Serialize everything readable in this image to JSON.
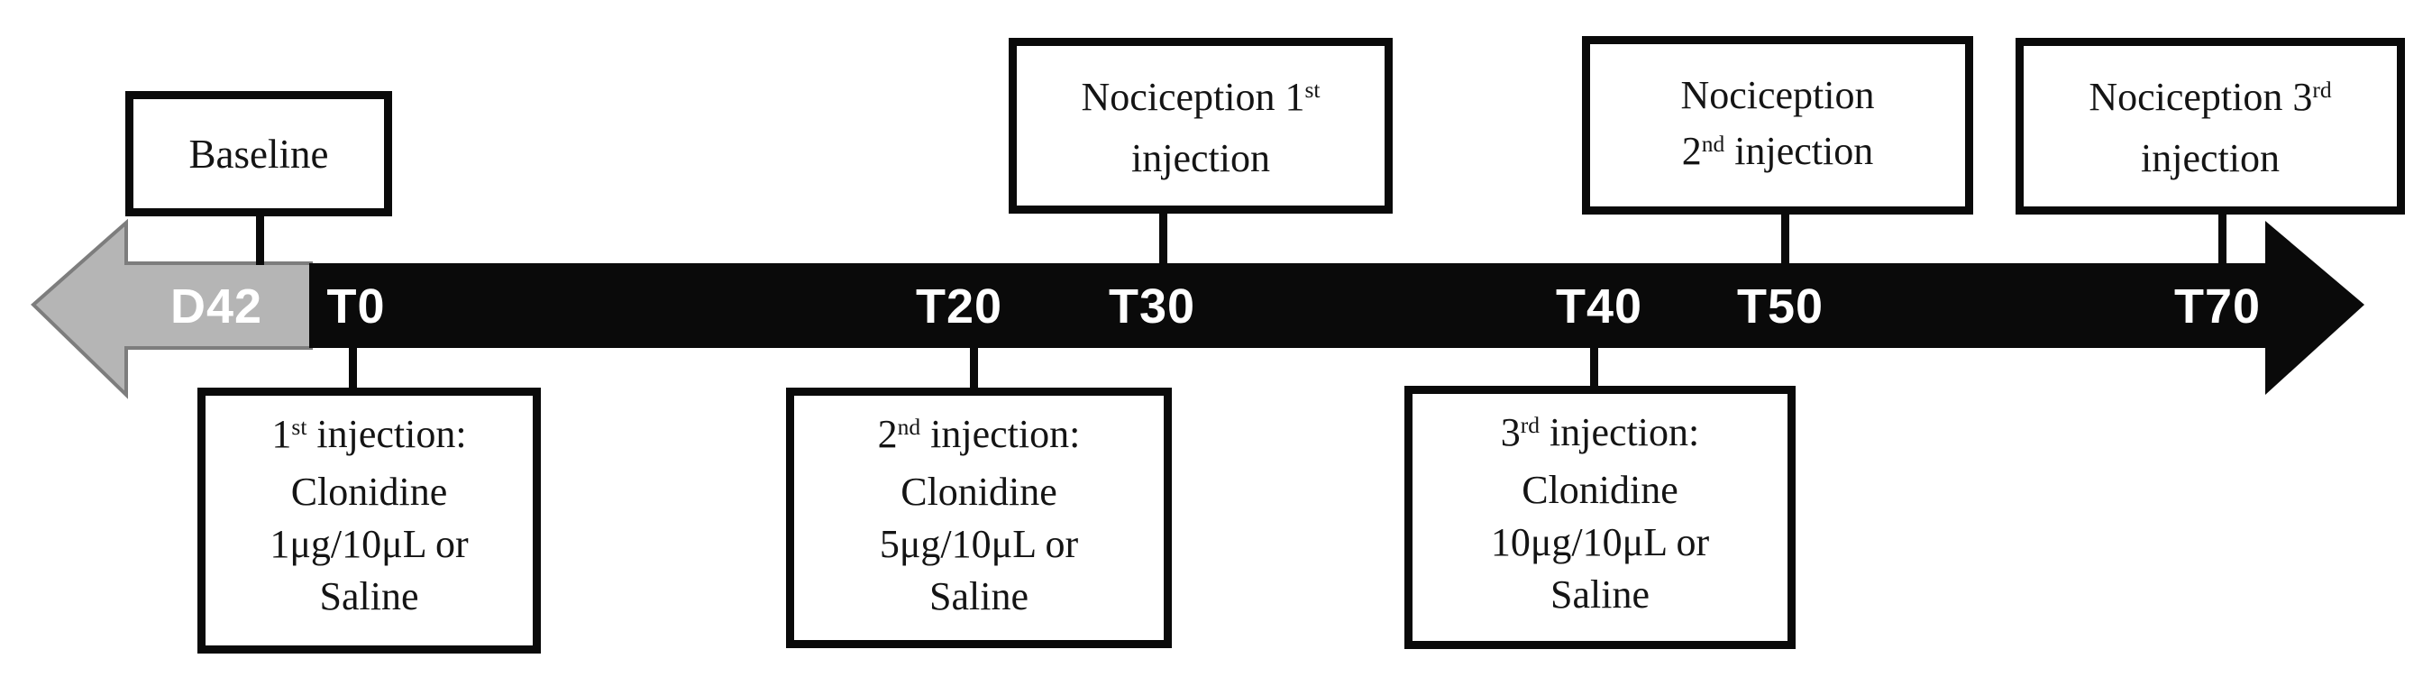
{
  "figure": {
    "description": "Experimental protocol timeline with baseline, three intrathecal injections and three nociception tests"
  },
  "colors": {
    "background": "#ffffff",
    "timeline_black": "#0a0a0a",
    "timeline_gray": "#b5b5b5",
    "timeline_gray_border": "#7d7d7d",
    "tick_text": "#ffffff",
    "box_border": "#0a0a0a",
    "box_text": "#141414"
  },
  "timeline": {
    "ticks": [
      {
        "label": "D42",
        "segment": "gray-pre-period"
      },
      {
        "label": "T0",
        "segment": "main"
      },
      {
        "label": "T20",
        "segment": "main"
      },
      {
        "label": "T30",
        "segment": "main"
      },
      {
        "label": "T40",
        "segment": "main"
      },
      {
        "label": "T50",
        "segment": "main"
      },
      {
        "label": "T70",
        "segment": "main"
      }
    ]
  },
  "top_boxes": [
    {
      "id": "baseline",
      "lines": [
        [
          {
            "t": "Baseline"
          }
        ]
      ]
    },
    {
      "id": "nociception-1st-injection",
      "lines": [
        [
          {
            "t": "Nociception 1"
          },
          {
            "t": "st",
            "sup": true
          }
        ],
        [
          {
            "t": "injection"
          }
        ]
      ]
    },
    {
      "id": "nociception-2nd-injection",
      "lines": [
        [
          {
            "t": "Nociception"
          }
        ],
        [
          {
            "t": "2"
          },
          {
            "t": "nd",
            "sup": true
          },
          {
            "t": " injection"
          }
        ]
      ]
    },
    {
      "id": "nociception-3rd-injection",
      "lines": [
        [
          {
            "t": "Nociception 3"
          },
          {
            "t": "rd",
            "sup": true
          }
        ],
        [
          {
            "t": "injection"
          }
        ]
      ]
    }
  ],
  "bottom_boxes": [
    {
      "id": "first-injection",
      "lines": [
        [
          {
            "t": "1"
          },
          {
            "t": "st",
            "sup": true
          },
          {
            "t": " injection:"
          }
        ],
        [
          {
            "t": "Clonidine"
          }
        ],
        [
          {
            "t": "1μg/10μL or"
          }
        ],
        [
          {
            "t": "Saline"
          }
        ]
      ]
    },
    {
      "id": "second-injection",
      "lines": [
        [
          {
            "t": "2"
          },
          {
            "t": "nd",
            "sup": true
          },
          {
            "t": " injection:"
          }
        ],
        [
          {
            "t": "Clonidine"
          }
        ],
        [
          {
            "t": "5μg/10μL or"
          }
        ],
        [
          {
            "t": "Saline"
          }
        ]
      ]
    },
    {
      "id": "third-injection",
      "lines": [
        [
          {
            "t": "3"
          },
          {
            "t": "rd",
            "sup": true
          },
          {
            "t": " injection:"
          }
        ],
        [
          {
            "t": "Clonidine"
          }
        ],
        [
          {
            "t": "10μg/10μL or"
          }
        ],
        [
          {
            "t": "Saline"
          }
        ]
      ]
    }
  ]
}
